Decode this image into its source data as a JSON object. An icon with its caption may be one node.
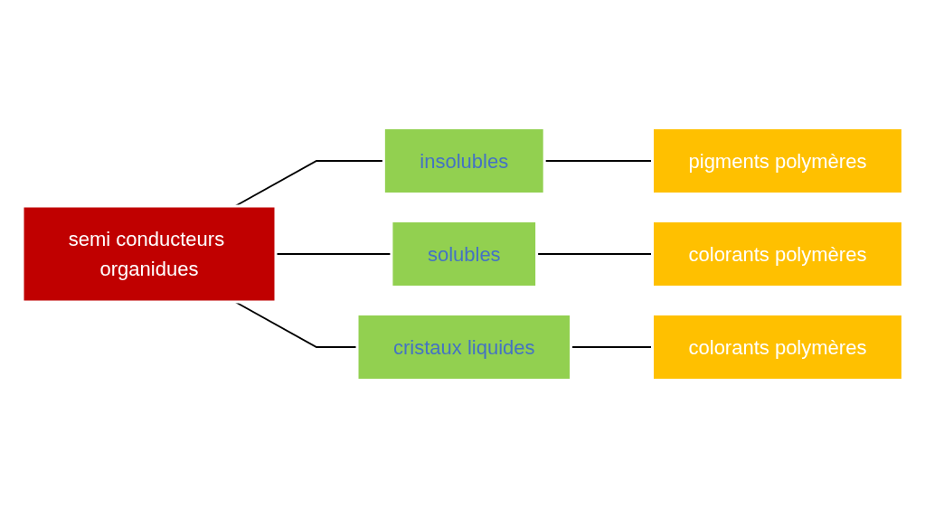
{
  "diagram": {
    "nodes": [
      {
        "text": [
          "semi conducteurs organidues"
        ]
      },
      {
        "text": [
          "insolubles"
        ]
      },
      {
        "text": [
          "solubles"
        ]
      },
      {
        "text": [
          "cristaux liquides"
        ]
      },
      {
        "text": [
          "pigments polymères"
        ]
      },
      {
        "text": [
          "colorants polymères"
        ]
      },
      {
        "text": [
          "colorants polymères"
        ]
      }
    ],
    "edges": [
      {
        "from": 0,
        "to": 1,
        "arrow": "none"
      },
      {
        "from": 0,
        "to": 2,
        "arrow": "none"
      },
      {
        "from": 0,
        "to": 3,
        "arrow": "none"
      },
      {
        "from": 1,
        "to": 4,
        "arrow": "none"
      },
      {
        "from": 2,
        "to": 5,
        "arrow": "none"
      },
      {
        "from": 3,
        "to": 6,
        "arrow": "none"
      }
    ]
  }
}
